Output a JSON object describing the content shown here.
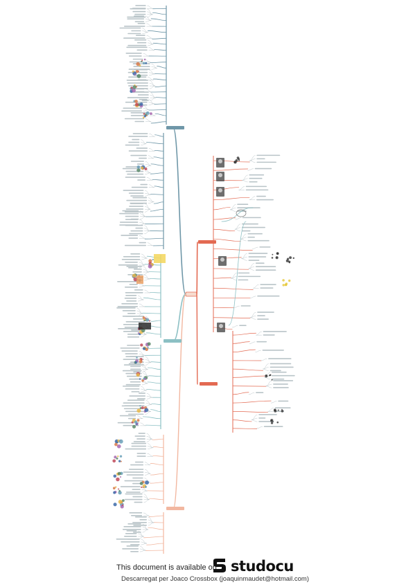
{
  "footer": {
    "available_text": "This document is available on",
    "brand": "studocu",
    "download_text": "Descarregat per Joaco Crossbox (joaquinmaudet@hotmail.com)"
  },
  "colors": {
    "branch_blue": "#6f97a8",
    "branch_teal": "#8cc0c4",
    "branch_red": "#e36a52",
    "branch_peach": "#f2b7a0",
    "leaf_gray": "#b9c4c8",
    "center_fill": "#f7dccf"
  },
  "icons": [
    "studocu-logo-icon"
  ]
}
